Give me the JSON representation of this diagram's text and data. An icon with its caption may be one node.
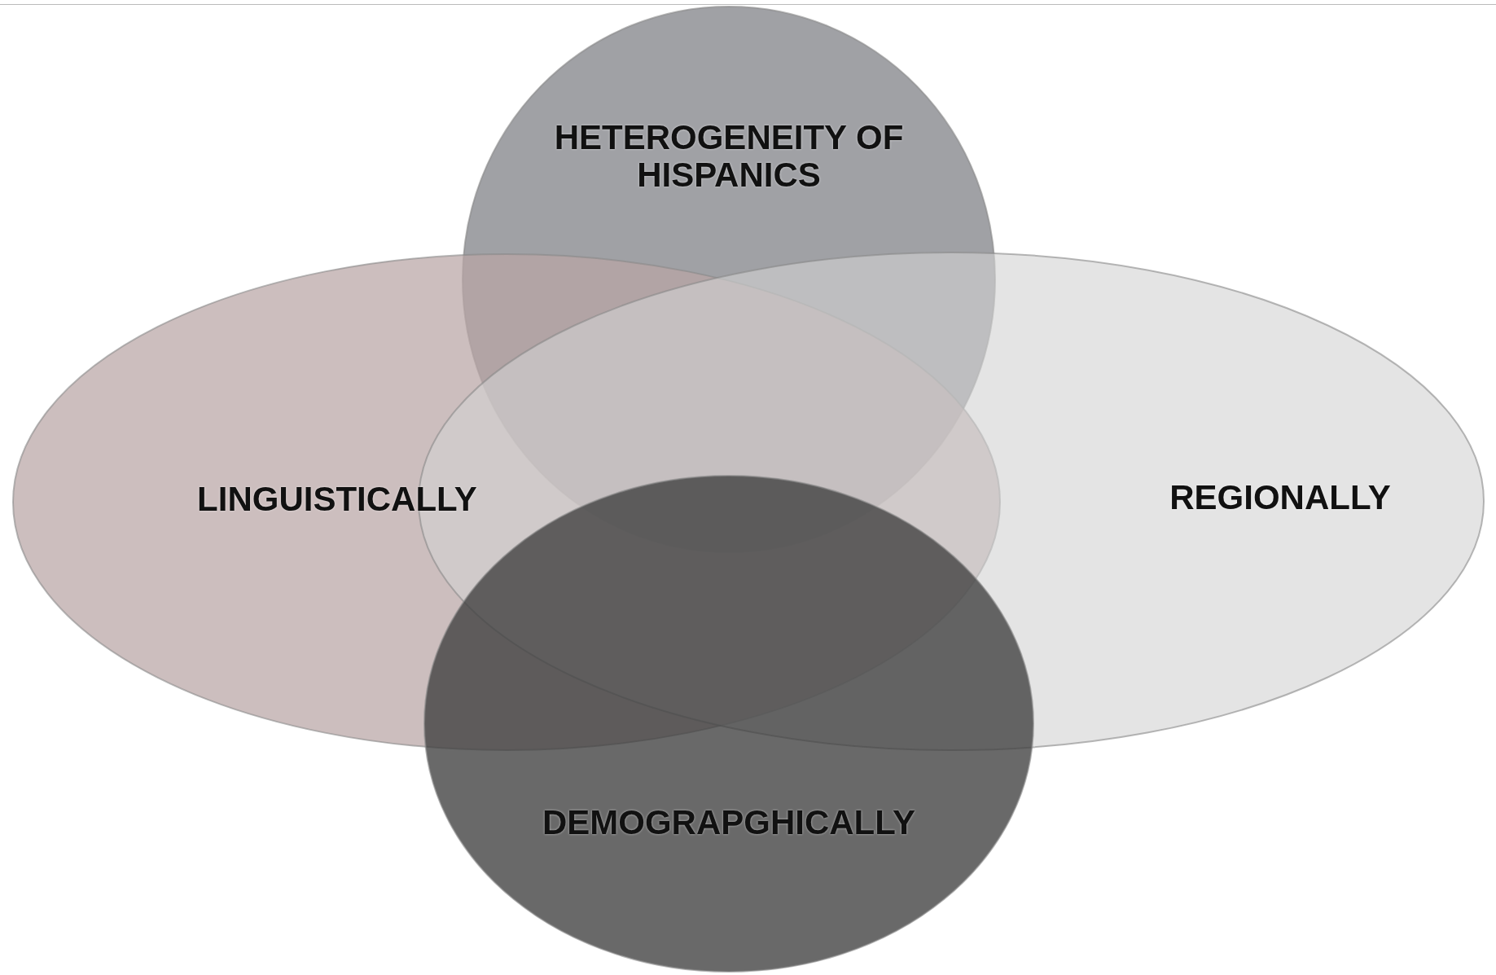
{
  "diagram": {
    "nodes": [
      {
        "text": [
          "HETEROGENEITY OF HISPANICS"
        ]
      },
      {
        "text": [
          "LINGUISTICALLY"
        ]
      },
      {
        "text": [
          "REGIONALLY"
        ]
      },
      {
        "text": [
          "DEMOGRAPGHICALLY"
        ]
      }
    ]
  }
}
